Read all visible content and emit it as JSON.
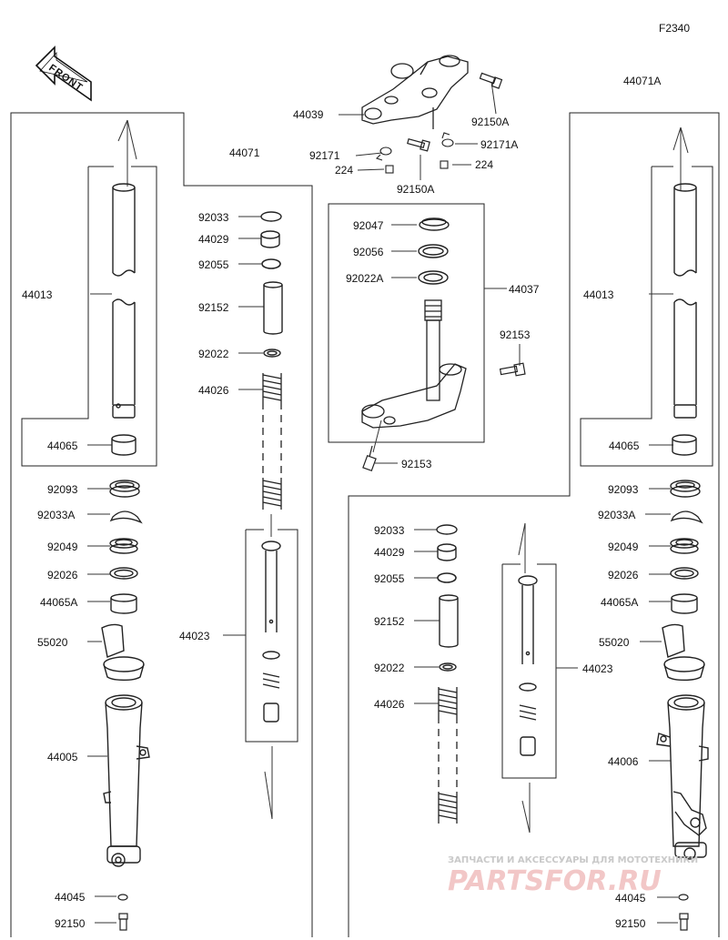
{
  "diagram_code": "F2340",
  "front_label": "FRONT",
  "labels": [
    {
      "id": "44039",
      "text": "44039"
    },
    {
      "id": "92150A_top",
      "text": "92150A"
    },
    {
      "id": "92171",
      "text": "92171"
    },
    {
      "id": "92171A",
      "text": "92171A"
    },
    {
      "id": "224_left",
      "text": "224"
    },
    {
      "id": "224_right",
      "text": "224"
    },
    {
      "id": "92150A_mid",
      "text": "92150A"
    },
    {
      "id": "44071",
      "text": "44071"
    },
    {
      "id": "44071A",
      "text": "44071A"
    },
    {
      "id": "l_92033",
      "text": "92033"
    },
    {
      "id": "l_44029",
      "text": "44029"
    },
    {
      "id": "l_92055",
      "text": "92055"
    },
    {
      "id": "l_92152",
      "text": "92152"
    },
    {
      "id": "l_92022",
      "text": "92022"
    },
    {
      "id": "l_44026",
      "text": "44026"
    },
    {
      "id": "l_44023",
      "text": "44023"
    },
    {
      "id": "l_44013",
      "text": "44013"
    },
    {
      "id": "l_44065",
      "text": "44065"
    },
    {
      "id": "l_92093",
      "text": "92093"
    },
    {
      "id": "l_92033A",
      "text": "92033A"
    },
    {
      "id": "l_92049",
      "text": "92049"
    },
    {
      "id": "l_92026",
      "text": "92026"
    },
    {
      "id": "l_44065A",
      "text": "44065A"
    },
    {
      "id": "l_55020",
      "text": "55020"
    },
    {
      "id": "l_44005",
      "text": "44005"
    },
    {
      "id": "l_44045",
      "text": "44045"
    },
    {
      "id": "l_92150",
      "text": "92150"
    },
    {
      "id": "c_92047",
      "text": "92047"
    },
    {
      "id": "c_92056",
      "text": "92056"
    },
    {
      "id": "c_92022A",
      "text": "92022A"
    },
    {
      "id": "c_44037",
      "text": "44037"
    },
    {
      "id": "c_92153a",
      "text": "92153"
    },
    {
      "id": "c_92153b",
      "text": "92153"
    },
    {
      "id": "r_92033",
      "text": "92033"
    },
    {
      "id": "r_44029",
      "text": "44029"
    },
    {
      "id": "r_92055",
      "text": "92055"
    },
    {
      "id": "r_92152",
      "text": "92152"
    },
    {
      "id": "r_92022",
      "text": "92022"
    },
    {
      "id": "r_44026",
      "text": "44026"
    },
    {
      "id": "r_44023",
      "text": "44023"
    },
    {
      "id": "r_44013",
      "text": "44013"
    },
    {
      "id": "r_44065",
      "text": "44065"
    },
    {
      "id": "r_92093",
      "text": "92093"
    },
    {
      "id": "r_92033A",
      "text": "92033A"
    },
    {
      "id": "r_92049",
      "text": "92049"
    },
    {
      "id": "r_92026",
      "text": "92026"
    },
    {
      "id": "r_44065A",
      "text": "44065A"
    },
    {
      "id": "r_55020",
      "text": "55020"
    },
    {
      "id": "r_44006",
      "text": "44006"
    },
    {
      "id": "r_44045",
      "text": "44045"
    },
    {
      "id": "r_92150",
      "text": "92150"
    }
  ],
  "watermark": {
    "line1": "ЗАПЧАСТИ И АКСЕССУАРЫ ДЛЯ МОТОТЕХНИКИ",
    "line2": "PARTSFOR.RU"
  },
  "colors": {
    "line": "#222222",
    "watermark_red": "#f0c4c4",
    "watermark_gray": "#cccccc"
  }
}
